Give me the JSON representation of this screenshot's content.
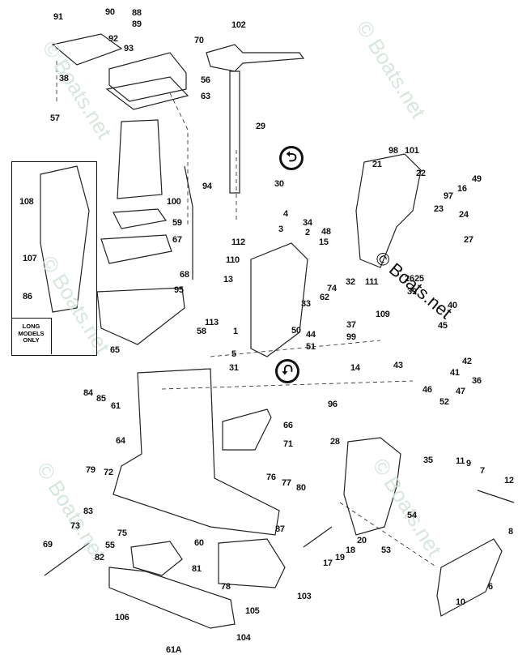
{
  "diagram": {
    "title": "Exploded parts diagram - outboard midsection / exhaust housing / swivel & stern brackets",
    "watermark": "© Boats.net",
    "inset_note": "LONG MODELS ONLY",
    "icons": [
      "grease-fitting-icon-upper",
      "grease-fitting-icon-lower"
    ],
    "callouts": [
      "91",
      "90",
      "88",
      "89",
      "102",
      "92",
      "93",
      "70",
      "38",
      "56",
      "63",
      "57",
      "29",
      "98",
      "101",
      "21",
      "22",
      "49",
      "16",
      "97",
      "23",
      "24",
      "27",
      "30",
      "4",
      "3",
      "112",
      "34",
      "48",
      "2",
      "15",
      "110",
      "13",
      "32",
      "74",
      "62",
      "111",
      "109",
      "26",
      "25",
      "39",
      "40",
      "33",
      "50",
      "44",
      "51",
      "1",
      "5",
      "31",
      "37",
      "99",
      "45",
      "43",
      "14",
      "41",
      "42",
      "46",
      "96",
      "47",
      "36",
      "52",
      "35",
      "28",
      "11",
      "9",
      "7",
      "12",
      "54",
      "53",
      "20",
      "18",
      "19",
      "17",
      "6",
      "8",
      "10",
      "94",
      "100",
      "59",
      "67",
      "68",
      "95",
      "113",
      "58",
      "65",
      "108",
      "107",
      "86",
      "84",
      "85",
      "61",
      "64",
      "66",
      "71",
      "76",
      "77",
      "80",
      "79",
      "72",
      "83",
      "73",
      "75",
      "55",
      "69",
      "60",
      "82",
      "81",
      "78",
      "87",
      "103",
      "105",
      "106",
      "61A",
      "104"
    ]
  }
}
